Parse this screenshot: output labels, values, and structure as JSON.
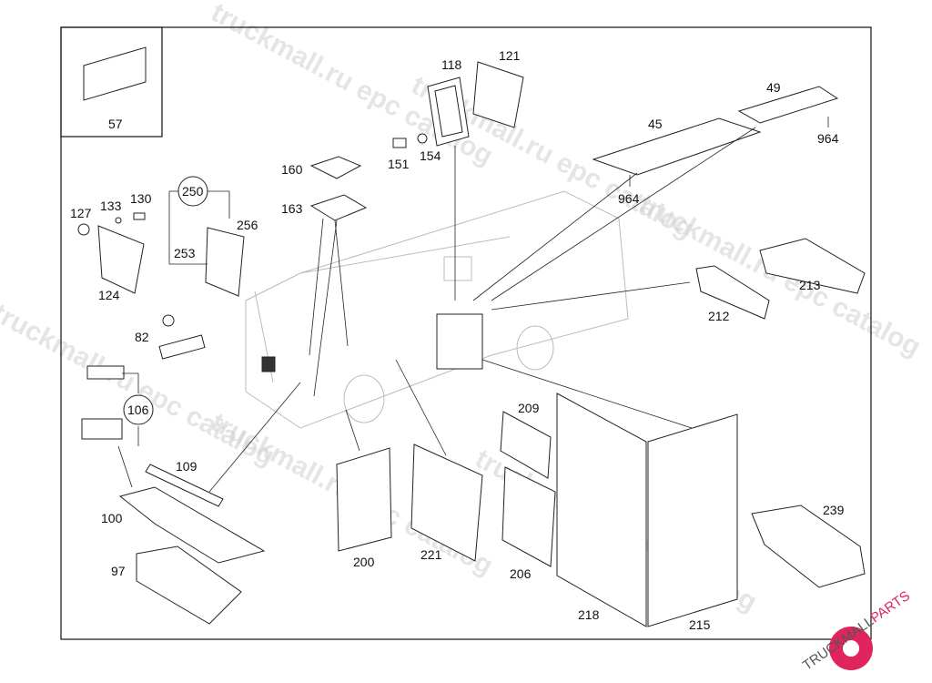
{
  "diagram": {
    "part_labels": {
      "p57": "57",
      "p118": "118",
      "p121": "121",
      "p49": "49",
      "p45": "45",
      "p964a": "964",
      "p964b": "964",
      "p160": "160",
      "p151": "151",
      "p154": "154",
      "p163": "163",
      "p250": "250",
      "p127": "127",
      "p133": "133",
      "p130": "130",
      "p256": "256",
      "p253": "253",
      "p124": "124",
      "p82": "82",
      "p106": "106",
      "p109": "109",
      "p100": "100",
      "p97": "97",
      "p200": "200",
      "p221": "221",
      "p209": "209",
      "p206": "206",
      "p218": "218",
      "p215": "215",
      "p239": "239",
      "p212": "212",
      "p213": "213"
    },
    "watermark": "truckmall.ru epc catalog",
    "logo": {
      "text_dark": "TRUCKMALL",
      "text_accent": "PARTS",
      "accent_color": "#e0245e"
    }
  }
}
